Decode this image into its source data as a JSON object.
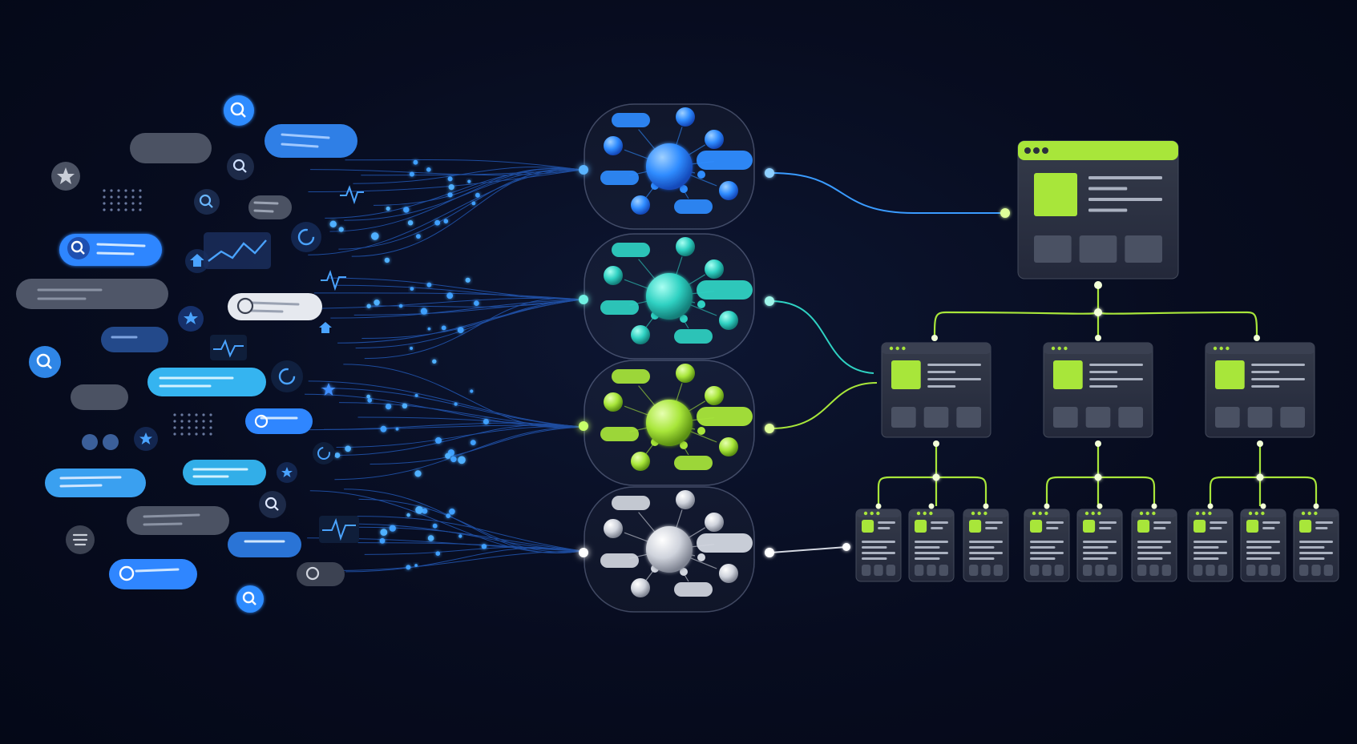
{
  "palette": {
    "background": "#060b1d",
    "blue": "#2f8cff",
    "teal": "#2fd1c2",
    "lime": "#a8e63a",
    "silver": "#d3d7e0",
    "card": "#2a2f3c",
    "card_dark": "#1c2130",
    "pill_gray": "#555d6e",
    "pill_blue": "#2a7fe8",
    "pill_light": "#e6e9ef"
  },
  "icons": {
    "search": "search-icon",
    "star": "star-icon",
    "home": "home-icon",
    "chart": "line-chart-icon",
    "pulse": "pulse-icon",
    "refresh": "refresh-icon"
  },
  "diagram": {
    "stages": [
      "query-cloud",
      "cluster-hubs",
      "page-hierarchy"
    ],
    "clusters": [
      {
        "color": "#2f8cff"
      },
      {
        "color": "#2fd1c2"
      },
      {
        "color": "#a8e63a"
      },
      {
        "color": "#d3d7e0"
      }
    ],
    "hierarchy_levels": [
      1,
      3,
      9
    ]
  }
}
